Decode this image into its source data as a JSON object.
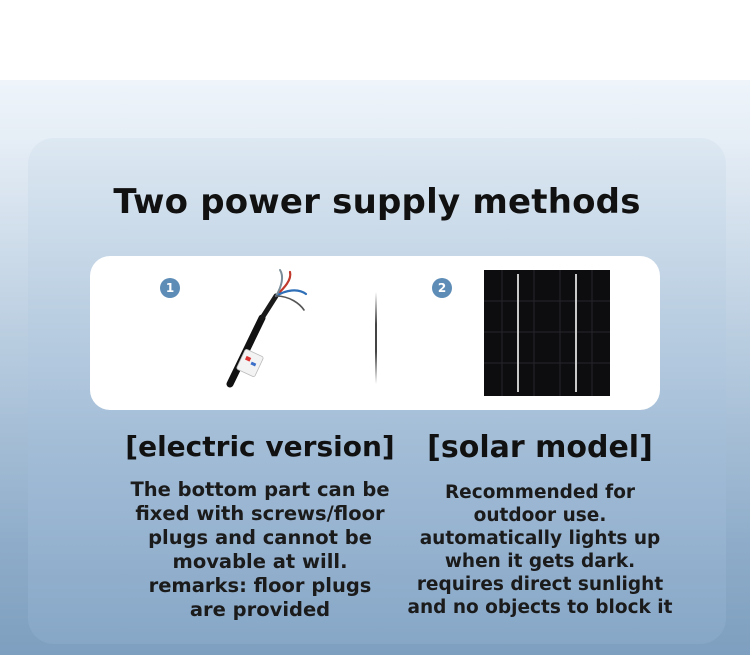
{
  "title": "Two power supply methods",
  "options": [
    {
      "number": "1",
      "image_icon": "power-cable-icon",
      "heading": "[electric version]",
      "description": "The bottom part can be fixed with screws/floor plugs and cannot be movable at will. remarks: floor plugs are provided"
    },
    {
      "number": "2",
      "image_icon": "solar-panel-icon",
      "heading": "[solar model]",
      "description": "Recommended for outdoor use. automatically lights up when it gets dark. requires direct sunlight and no objects to block it"
    }
  ],
  "colors": {
    "badge": "#5d8cb7",
    "panel": "#ffffff",
    "card_top": "#dde8f2",
    "card_bottom": "#87a7c7",
    "text": "#111111"
  }
}
